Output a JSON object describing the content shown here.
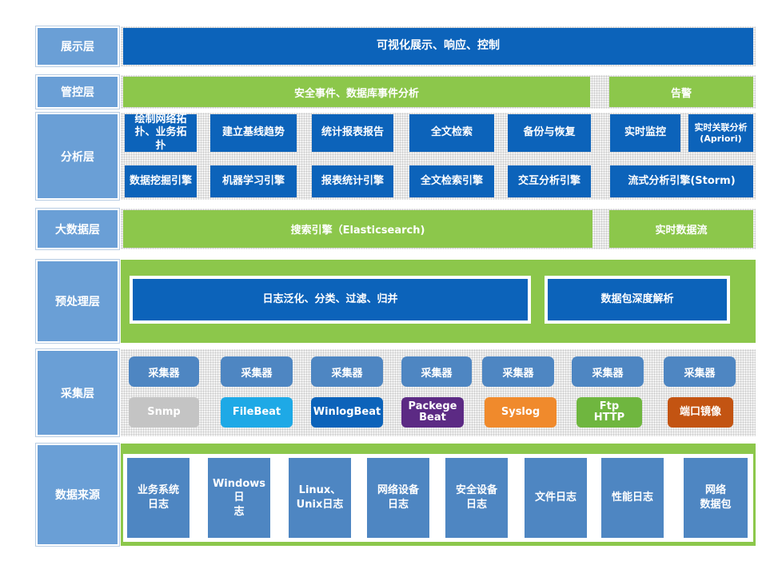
{
  "layers": {
    "display": "展示层",
    "management": "管控层",
    "analysis": "分析层",
    "bigdata": "大数据层",
    "preprocess": "预处理层",
    "collect": "采集层",
    "source": "数据来源"
  },
  "display": {
    "main": "可视化展示、响应、控制"
  },
  "management": {
    "events": "安全事件、数据库事件分析",
    "alarm": "告警"
  },
  "analysis": {
    "top": [
      "绘制网络拓扑、业务拓扑",
      "建立基线趋势",
      "统计报表报告",
      "全文检索",
      "备份与恢复"
    ],
    "bottom": [
      "数据挖掘引擎",
      "机器学习引擎",
      "报表统计引擎",
      "全文检索引擎",
      "交互分析引擎"
    ],
    "realtime_monitor": "实时监控",
    "realtime_correlation": "实时关联分析\n(Apriori)",
    "stream_engine": "流式分析引擎(Storm)"
  },
  "bigdata": {
    "search": "搜索引擎（Elasticsearch)",
    "stream": "实时数据流"
  },
  "preprocess": {
    "normalize": "日志泛化、分类、过滤、归并",
    "dpi": "数据包深度解析"
  },
  "collect": {
    "collectors": [
      "采集器",
      "采集器",
      "采集器",
      "采集器",
      "采集器",
      "采集器",
      "采集器"
    ],
    "agents": [
      {
        "label": "Snmp",
        "color": "#c4c4c4"
      },
      {
        "label": "FileBeat",
        "color": "#1ea9e6"
      },
      {
        "label": "WinlogBeat",
        "color": "#0c63ba"
      },
      {
        "label": "Packege\nBeat",
        "color": "#5c2a84"
      },
      {
        "label": "Syslog",
        "color": "#f08a2c"
      },
      {
        "label": "Ftp\nHTTP",
        "color": "#6fb63f"
      },
      {
        "label": "端口镜像",
        "color": "#c35412"
      }
    ]
  },
  "sources": [
    "业务系统\n日志",
    "Windows日\n志",
    "Linux、\nUnix日志",
    "网络设备\n日志",
    "安全设备\n日志",
    "文件日志",
    "性能日志",
    "网络\n数据包"
  ]
}
